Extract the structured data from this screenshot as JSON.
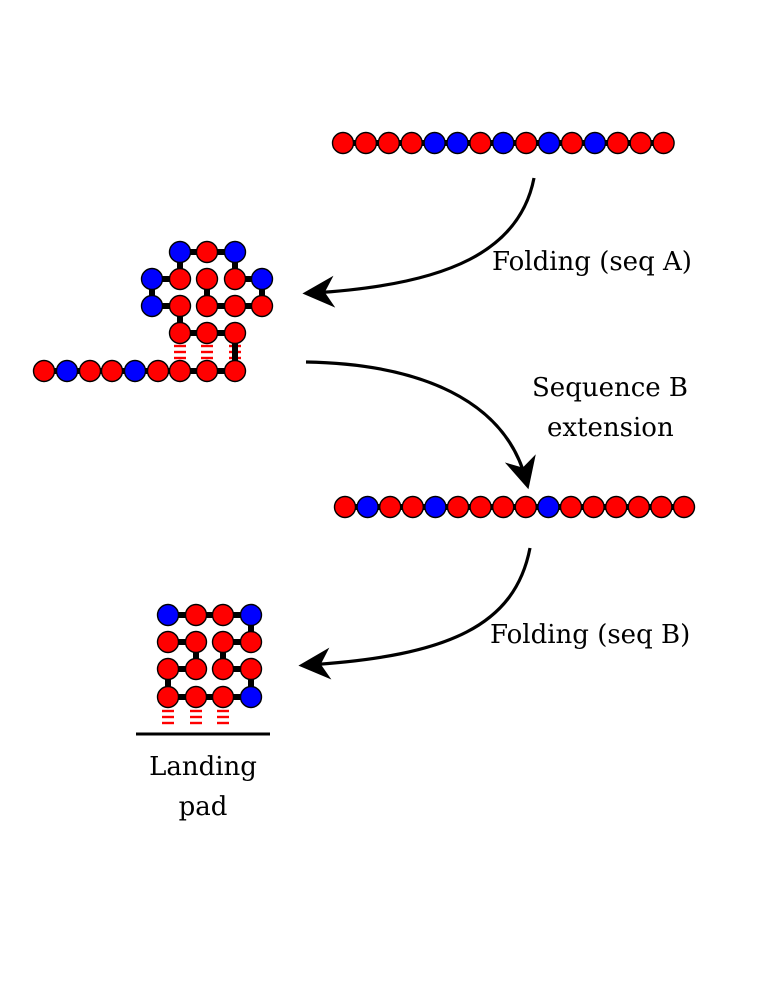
{
  "colors": {
    "hydrophobic_bead": "#ff0000",
    "polar_bead": "#0000ff",
    "bond": "#000000",
    "hydrogen_bond": "#ff0000",
    "background": "#ffffff"
  },
  "sequences": {
    "seq_A": [
      "R",
      "R",
      "R",
      "R",
      "B",
      "B",
      "R",
      "B",
      "R",
      "B",
      "R",
      "B",
      "R",
      "R",
      "R"
    ],
    "seq_B": [
      "R",
      "B",
      "R",
      "R",
      "B",
      "R",
      "R",
      "R",
      "R",
      "B",
      "R",
      "R",
      "R",
      "R",
      "R",
      "R"
    ]
  },
  "labels": {
    "step1": "Folding (seq A)",
    "step2_line1": "Sequence B",
    "step2_line2": "extension",
    "step3": "Folding (seq B)",
    "pad_line1": "Landing",
    "pad_line2": "pad"
  },
  "icons": {
    "arrows": "curved-arrow-icon",
    "beads": "monomer-bead-icon",
    "bonds": "hydrogen-bond-icon"
  }
}
